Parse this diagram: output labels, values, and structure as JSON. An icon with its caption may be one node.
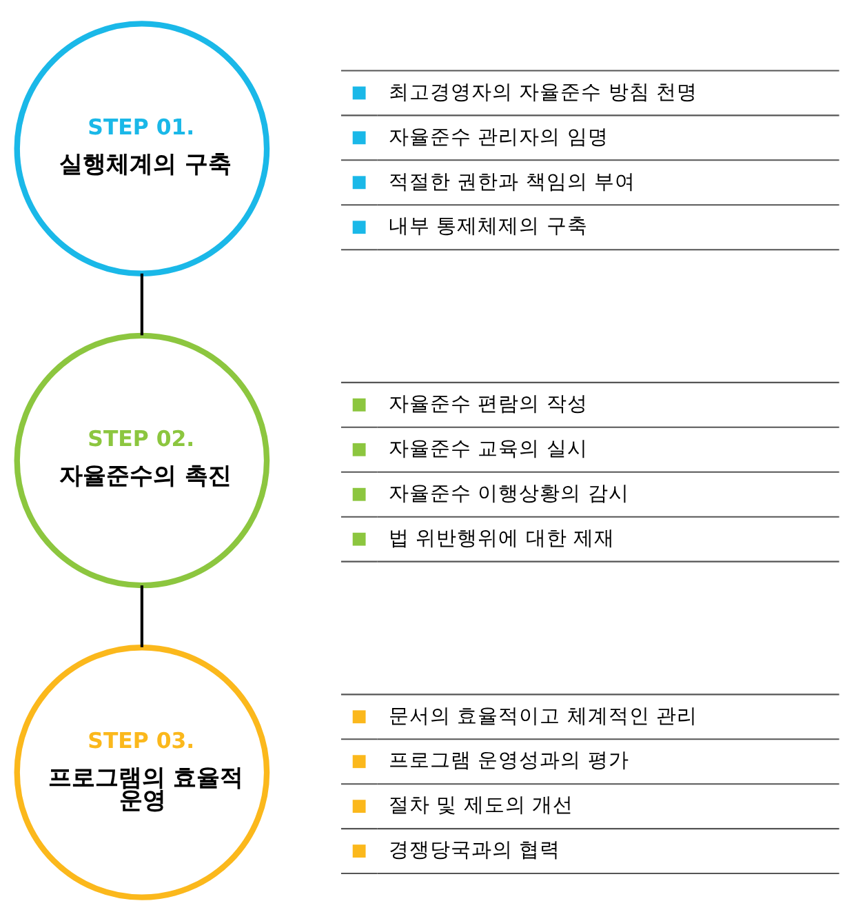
{
  "diagram": {
    "nodes": [
      {
        "text": [
          "STEP 01.",
          "실행체계의 구축"
        ],
        "beside": [
          "최고경영자의 자율준수 방침 천명",
          "자율준수 관리자의 임명",
          "적절한 권한과 책임의 부여",
          "내부 통제체제의 구축"
        ]
      },
      {
        "text": [
          "STEP 02.",
          "자율준수의 촉진"
        ],
        "beside": [
          "자율준수 편람의 작성",
          "자율준수 교육의 실시",
          "자율준수 이행상황의 감시",
          "법 위반행위에 대한 제재"
        ]
      },
      {
        "text": [
          "STEP 03.",
          "프로그램의 효율적 운영"
        ],
        "beside": [
          "문서의 효율적이고 체계적인 관리",
          "프로그램 운영성과의 평가",
          "절차 및 제도의 개선",
          "경쟁당국과의 협력"
        ]
      }
    ],
    "edges": [
      {
        "from": 0,
        "to": 1,
        "arrow": "none"
      },
      {
        "from": 1,
        "to": 2,
        "arrow": "none"
      }
    ]
  }
}
